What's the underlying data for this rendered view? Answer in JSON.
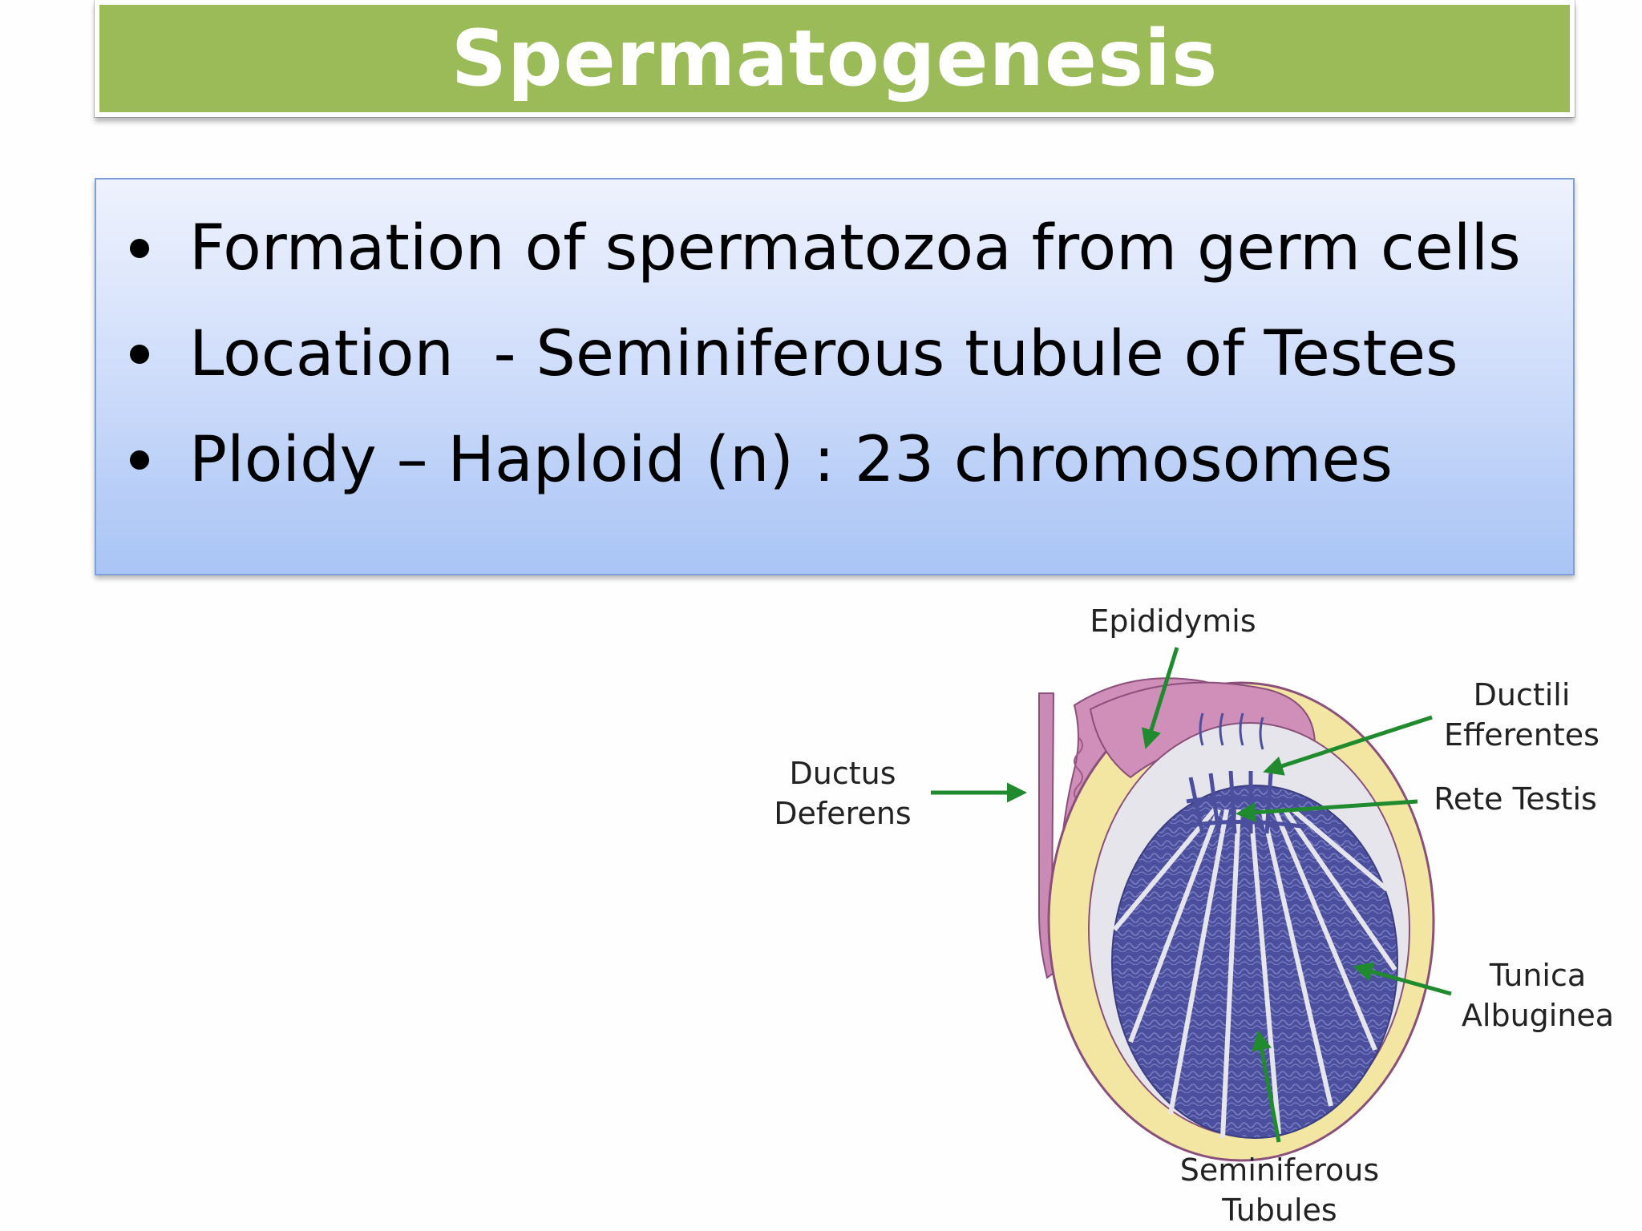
{
  "slide": {
    "title": "Spermatogenesis",
    "bullets": [
      "Formation of spermatozoa from germ cells",
      "Location  - Seminiferous tubule of Testes",
      "Ploidy – Haploid (n) : 23 chromosomes"
    ]
  },
  "diagram": {
    "labels": {
      "epididymis": "Epididymis",
      "ductili_line1": "Ductili",
      "ductili_line2": "Efferentes",
      "rete_testis": "Rete Testis",
      "ductus_line1": "Ductus",
      "ductus_line2": "Deferens",
      "tunica_line1": "Tunica",
      "tunica_line2": "Albuginea",
      "seminiferous_line1": "Seminiferous",
      "seminiferous_line2": "Tubules"
    },
    "colors": {
      "title_bar": "#9bbb59",
      "arrow": "#1f8b2e",
      "epididymis": "#d08fb8",
      "tubules": "#4b4f9e",
      "tunica": "#f3e6a3"
    }
  }
}
